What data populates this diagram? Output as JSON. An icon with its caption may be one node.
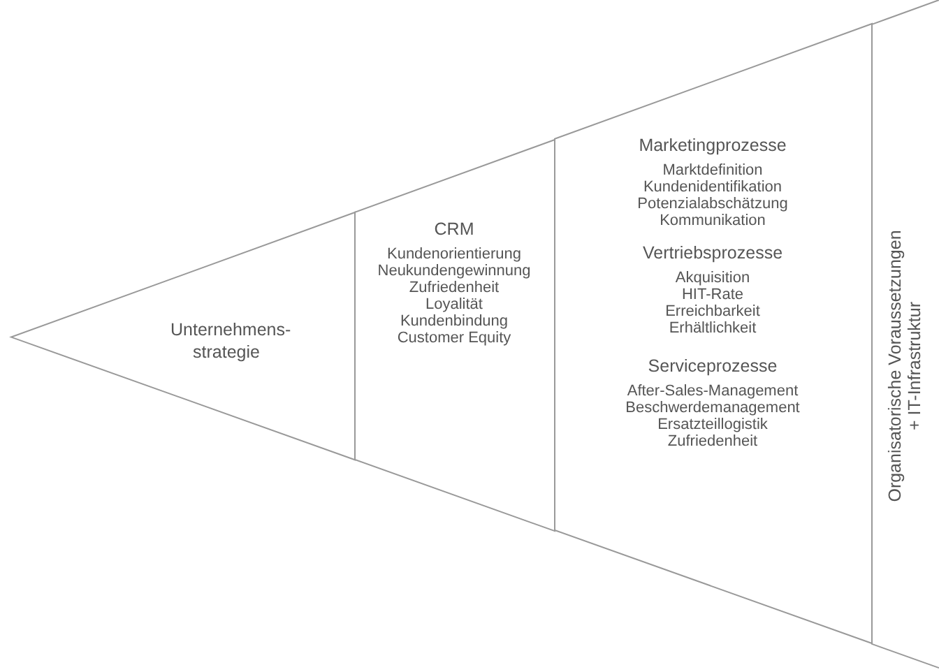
{
  "diagram": {
    "nodes": [
      {
        "text": [
          "Unternehmens- strategie"
        ]
      },
      {
        "text": [
          "CRM",
          "Kundenorientierung",
          "Neukundengewinnung",
          "Zufriedenheit",
          "Loyalität",
          "Kundenbindung",
          "Customer Equity"
        ]
      },
      {
        "text": [
          "Marketingprozesse",
          "Marktdefinition",
          "Kundenidentifikation",
          "Potenzialabschätzung",
          "Kommunikation",
          "Vertriebsprozesse",
          "Akquisition",
          "HIT-Rate",
          "Erreichbarkeit",
          "Erhältlichkeit",
          "Serviceprozesse",
          "After-Sales-Management",
          "Beschwerdemanagement",
          "Ersatzteillogistik",
          "Zufriedenheit"
        ]
      },
      {
        "text": [
          "Organisatorische Voraussetzungen + IT-Infrastruktur"
        ]
      }
    ]
  }
}
